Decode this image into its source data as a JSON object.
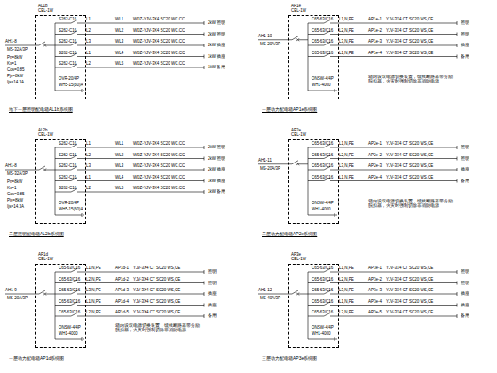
{
  "diagram": {
    "nodes": [
      {
        "text": [
          "AL1b",
          "CEL-1W"
        ]
      },
      {
        "text": [
          "AL2b",
          "CEL-1W"
        ]
      },
      {
        "text": [
          "AP1d",
          "CEL-1W"
        ]
      },
      {
        "text": [
          "AP1e",
          "CEL-1W"
        ]
      },
      {
        "text": [
          "AP2e",
          "CEL-1W"
        ]
      },
      {
        "text": [
          "AP3e",
          "CEL-1W"
        ]
      }
    ],
    "labels": [
      "AH1-8",
      "MS-32A/3P",
      "Pn=8kW",
      "Kx=1",
      "Cos=0.85",
      "Pjs=8kW",
      "Ijs=14.3A",
      "S262-C16",
      "L1",
      "WL1",
      "WDZ-YJV-3X4 SC20 WC.CC",
      "2kW 照明",
      "S262-C16",
      "L2",
      "WL2",
      "WDZ-YJV-3X4 SC20 WC.CC",
      "2kW 照明",
      "S262-C16",
      "L3",
      "WL3",
      "WDZ-YJV-3X4 SC20 WC.CC",
      "2kW 插座",
      "S262-C16",
      "L1",
      "WL4",
      "WDZ-YJV-3X4 SC20 WC.CC",
      "1kW 插座",
      "S262-C16",
      "L2",
      "WL5",
      "WDZ-YJV-3X4 SC20 WC.CC",
      "1kW 备用",
      "OVR-20/4P",
      "WH5-15(60)A",
      "地下一层照明配电箱AL1b系统图",
      "AH1-8",
      "MS-32A/3P",
      "Pn=8kW",
      "Kx=1",
      "Cos=0.85",
      "Pjs=8kW",
      "Ijs=14.3A",
      "S262-C16",
      "L1",
      "WL1",
      "WDZ-YJV-3X4 SC20 WC.CC",
      "2kW 照明",
      "S262-C16",
      "L2",
      "WL2",
      "WDZ-YJV-3X4 SC20 WC.CC",
      "2kW 照明",
      "S262-C16",
      "L3",
      "WL3",
      "WDZ-YJV-3X4 SC20 WC.CC",
      "2kW 插座",
      "S262-C16",
      "L1",
      "WL4",
      "WDZ-YJV-3X4 SC20 WC.CC",
      "1kW 插座",
      "S262-C16",
      "L2",
      "WL5",
      "WDZ-YJV-3X4 SC20 WC.CC",
      "1kW 备用",
      "OVR-20/4P",
      "WH5-15(60)A",
      "二层照明配电箱AL2b系统图",
      "AH1-9",
      "MS-20A/3P",
      "C65-63/C16",
      "L1,N,PE",
      "AP1d-1",
      "YJV-3X4 CT SC20 WS,CE",
      "照明",
      "C65-63/C16",
      "L2,N,PE",
      "AP1d-2",
      "YJV-3X4 CT SC20 WS,CE",
      "照明",
      "C65-63/C16",
      "L3,N,PE",
      "AP1d-3",
      "YJV-3X4 CT SC20 WS,CE",
      "插座",
      "C65-63/C16",
      "L1,N,PE",
      "AP1d-4",
      "YJV-3X4 CT SC20 WS,CE",
      "插座",
      "C65-63/C16",
      "L2,N,PE",
      "AP1d-5",
      "YJV-3X4 CT SC20 WS,CE",
      "备用",
      "箱内设双电源切换装置，馈线断路器带分励脱扣器，火灾时强制切除非消防电源",
      "ONSW-4/4P",
      "WH1-4000",
      "一层动力配电箱AP1d系统图",
      "AH1-10",
      "MS-20A/3P",
      "C65-63/C16",
      "L1,N,PE",
      "AP1e-1",
      "YJV-3X4 CT SC20 WS,CE",
      "照明",
      "C65-63/C16",
      "L2,N,PE",
      "AP1e-2",
      "YJV-3X4 CT SC20 WS,CE",
      "照明",
      "C65-63/C16",
      "L3,N,PE",
      "AP1e-3",
      "YJV-3X4 CT SC20 WS,CE",
      "插座",
      "C65-63/C16",
      "L1,N,PE",
      "AP1e-4",
      "YJV-3X4 CT SC20 WS,CE",
      "备用",
      "箱内设双电源切换装置，馈线断路器带分励脱扣器，火灾时强制切除非消防电源",
      "ONSW-4/4P",
      "WH1-4000",
      "一层动力配电箱AP1e系统图",
      "AH1-11",
      "MS-20A/3P",
      "C65-63/C16",
      "L1,N,PE",
      "AP2e-1",
      "YJV-3X4 CT SC20 WS,CE",
      "照明",
      "C65-63/C16",
      "L2,N,PE",
      "AP2e-2",
      "YJV-3X4 CT SC20 WS,CE",
      "照明",
      "C65-63/C16",
      "L3,N,PE",
      "AP2e-3",
      "YJV-3X4 CT SC20 WS,CE",
      "插座",
      "C65-63/C16",
      "L1,N,PE",
      "AP2e-4",
      "YJV-3X4 CT SC20 WS,CE",
      "备用",
      "箱内设双电源切换装置，馈线断路器带分励脱扣器，火灾时强制切除非消防电源",
      "ONSW-4/4P",
      "WH1-4000",
      "二层动力配电箱AP2e系统图",
      "AH1-12",
      "MS-40A/3P",
      "C65-63/C16",
      "L1,N,PE",
      "AP3e-1",
      "YJV-3X4 CT SC20 WS,CE",
      "照明",
      "C65-63/C16",
      "L2,N,PE",
      "AP3e-2",
      "YJV-3X4 CT SC20 WS,CE",
      "照明",
      "C65-63/C16",
      "L3,N,PE",
      "AP3e-3",
      "YJV-3X4 CT SC20 WS,CE",
      "插座",
      "C65-63/C16",
      "L1,N,PE",
      "AP3e-4",
      "YJV-3X4 CT SC20 WS,CE",
      "插座",
      "C65-63/C16",
      "L2,N,PE",
      "AP3e-5",
      "YJV-3X4 CT SC20 WS,CE",
      "备用",
      "ONSW-4/4P",
      "WH1-4000",
      "三层动力配电箱AP3e系统图"
    ]
  }
}
